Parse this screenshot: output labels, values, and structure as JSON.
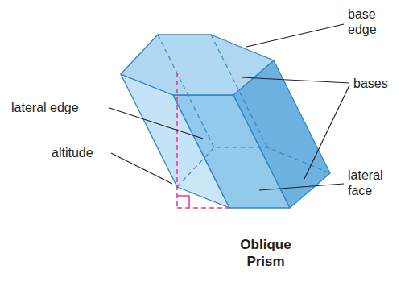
{
  "diagram": {
    "caption": "Oblique Prism",
    "labels": [
      "base edge",
      "lateral edge",
      "bases",
      "altitude",
      "lateral face"
    ]
  }
}
